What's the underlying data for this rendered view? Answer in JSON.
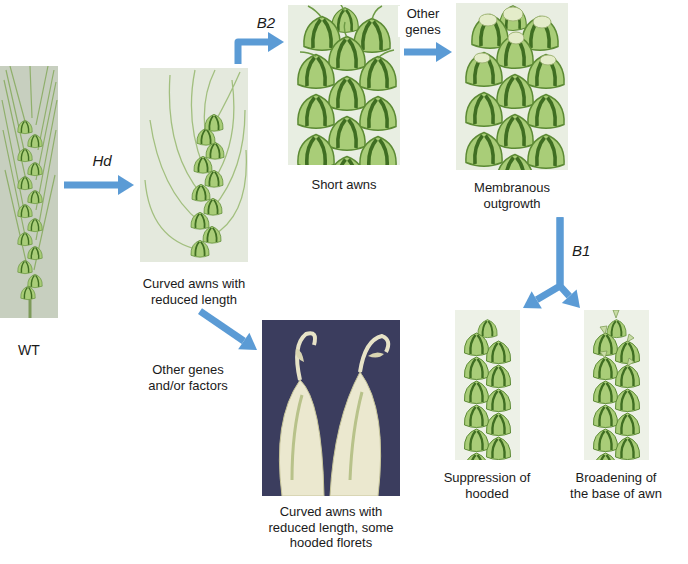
{
  "diagram": {
    "nodes": [
      {
        "text": [
          "WT"
        ]
      },
      {
        "text": [
          "Curved awns with reduced length"
        ]
      },
      {
        "text": [
          "Short awns"
        ]
      },
      {
        "text": [
          "Membranous outgrowth"
        ]
      },
      {
        "text": [
          "Suppression of hooded"
        ]
      },
      {
        "text": [
          "Broadening of the base of awn"
        ]
      },
      {
        "text": [
          "Curved awns with reduced length, some hooded florets"
        ]
      }
    ],
    "edges": [
      {
        "from": 0,
        "to": 1,
        "arrow": "to",
        "label": "Hd"
      },
      {
        "from": 1,
        "to": 2,
        "arrow": "to",
        "label": "B2"
      },
      {
        "from": 2,
        "to": 3,
        "arrow": "to",
        "label": "Other genes"
      },
      {
        "from": 3,
        "to": 4,
        "arrow": "to",
        "label": "B1"
      },
      {
        "from": 3,
        "to": 5,
        "arrow": "to"
      },
      {
        "from": 1,
        "to": 6,
        "arrow": "to",
        "label": "Other genes and/or factors"
      }
    ]
  }
}
